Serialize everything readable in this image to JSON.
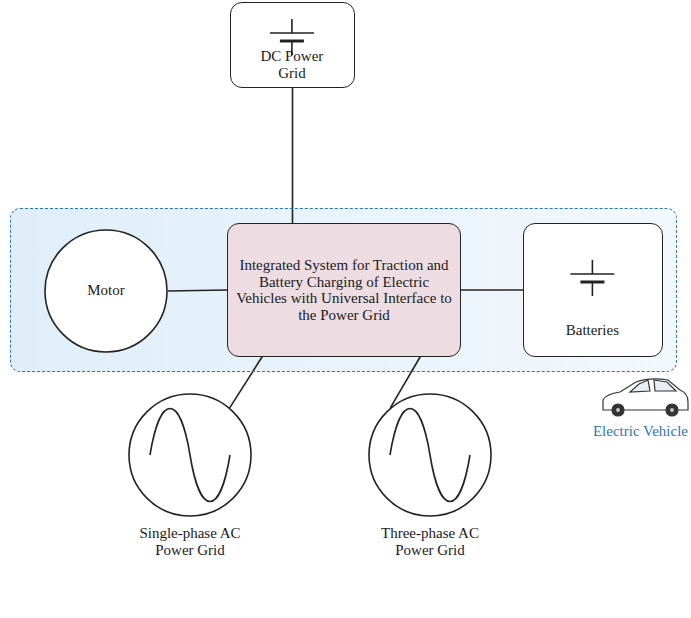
{
  "diagram": {
    "nodes": [
      {
        "text": [
          "DC Power Grid"
        ]
      },
      {
        "text": [
          "Electric Vehicle"
        ]
      },
      {
        "text": [
          "Motor"
        ],
        "in": 1
      },
      {
        "text": [
          "Integrated System for Traction and Battery Charging of Electric Vehicles with Universal Interface to the Power Grid"
        ],
        "in": 1
      },
      {
        "text": [
          "Batteries"
        ],
        "in": 1
      },
      {
        "text": [
          "Single-phase AC Power Grid"
        ]
      },
      {
        "text": [
          "Three-phase AC Power Grid"
        ]
      }
    ],
    "edges": [
      {
        "from": 0,
        "to": 3,
        "arrow": "none"
      },
      {
        "from": 2,
        "to": 3,
        "arrow": "none"
      },
      {
        "from": 3,
        "to": 4,
        "arrow": "none"
      },
      {
        "from": 3,
        "to": 5,
        "arrow": "none"
      },
      {
        "from": 3,
        "to": 6,
        "arrow": "none"
      }
    ]
  }
}
